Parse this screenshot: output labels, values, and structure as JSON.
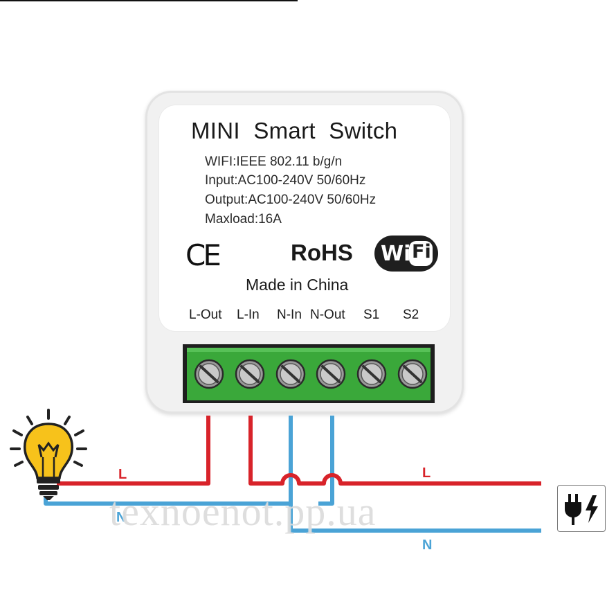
{
  "device": {
    "title": "MINI  Smart  Switch",
    "specs": [
      "WIFI:IEEE 802.11 b/g/n",
      "Input:AC100-240V 50/60Hz",
      "Output:AC100-240V 50/60Hz",
      "Maxload:16A"
    ],
    "ce_mark": "CE",
    "rohs": "RoHS",
    "wifi_logo": {
      "wi": "Wi",
      "fi": "Fi"
    },
    "made_in": "Made in China",
    "terminals": [
      "L-Out",
      "L-In",
      "N-In",
      "N-Out",
      "S1",
      "S2"
    ],
    "terminal_block_color": "#3aa83a"
  },
  "wires": {
    "live_label_left": "L",
    "live_label_right": "L",
    "neutral_label_left": "N",
    "neutral_label_right": "N",
    "live_color": "#d8232a",
    "neutral_color": "#4aa3d6"
  },
  "icons": {
    "bulb": "light-bulb-icon",
    "plug": "power-plug-icon"
  },
  "watermark": "texnoenot.pp.ua"
}
